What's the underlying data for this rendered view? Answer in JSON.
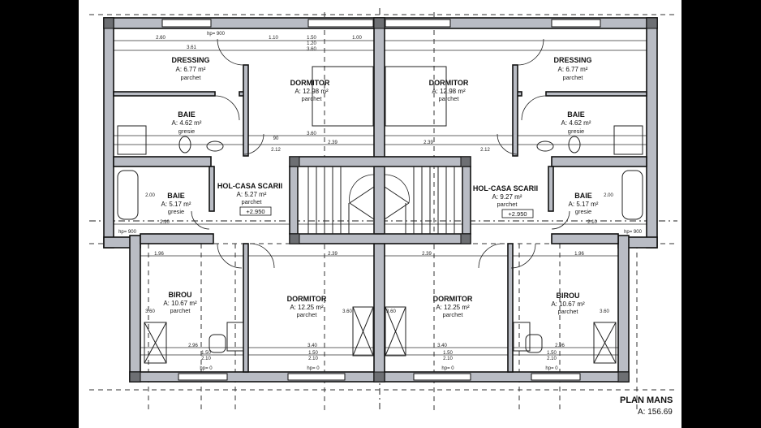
{
  "drawing": {
    "title": "PLAN MANS",
    "total_area": "A: 156.69",
    "rooms": [
      {
        "name": "DRESSING",
        "area": "A: 6.77 m²",
        "finish": "parchet"
      },
      {
        "name": "DORMITOR",
        "area": "A: 12.98 m²",
        "finish": "parchet"
      },
      {
        "name": "BAIE",
        "area": "A: 4.62 m²",
        "finish": "gresie"
      },
      {
        "name": "BAIE",
        "area": "A: 5.17 m²",
        "finish": "gresie"
      },
      {
        "name": "HOL-CASA SCARII",
        "area": "A: 5.27 m²",
        "finish": "parchet",
        "level": "+2.950"
      },
      {
        "name": "DORMITOR",
        "area": "A: 12.98 m²",
        "finish": "parchet"
      },
      {
        "name": "DRESSING",
        "area": "A: 6.77 m²",
        "finish": "parchet"
      },
      {
        "name": "BAIE",
        "area": "A: 4.62 m²",
        "finish": "gresie"
      },
      {
        "name": "HOL-CASA SCARII",
        "area": "A: 9.27 m²",
        "finish": "parchet",
        "level": "+2.950"
      },
      {
        "name": "BAIE",
        "area": "A: 5.17 m²",
        "finish": "gresie"
      },
      {
        "name": "BIROU",
        "area": "A: 10.67 m²",
        "finish": "parchet"
      },
      {
        "name": "DORMITOR",
        "area": "A: 12.25 m²",
        "finish": "parchet"
      },
      {
        "name": "DORMITOR",
        "area": "A: 12.25 m²",
        "finish": "parchet"
      },
      {
        "name": "BIROU",
        "area": "A: 10.67 m²",
        "finish": "parchet"
      }
    ],
    "dimensions": [
      "hp= 900",
      "2.60",
      "3.61",
      "1.50",
      "1.20",
      "3.60",
      "1.00",
      "1.10",
      "3.60",
      "2.39",
      "2.39",
      "90",
      "2.12",
      "2.12",
      "1.96",
      "2.39",
      "2.39",
      "1.96",
      "2.96",
      "3.40",
      "3.40",
      "2.96",
      "hp= 0",
      "hp= 0",
      "hp= 0",
      "hp= 0",
      "1.50",
      "2.10",
      "1.50",
      "2.10",
      "1.50",
      "2.10",
      "1.50",
      "2.10",
      "2.00",
      "2.00",
      "3.60",
      "3.60",
      "3.60",
      "3.60",
      "2.10",
      "2.10",
      "hp= 900",
      "hp= 900"
    ]
  },
  "colors": {
    "wall_fill": "#b9bcc4",
    "line": "#111111",
    "background": "#ffffff",
    "letterbox": "#000000"
  }
}
